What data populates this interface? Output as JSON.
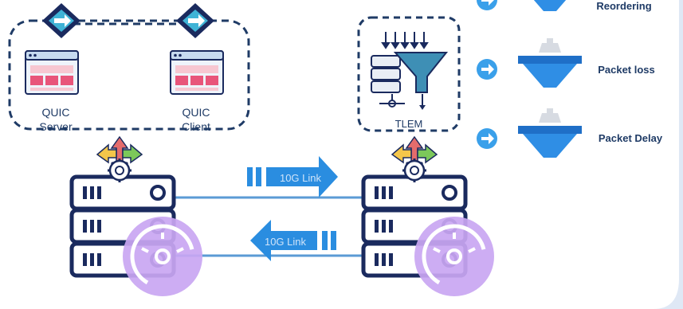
{
  "app_boxes": {
    "server_label_line1": "QUIC",
    "server_label_line2": "Server",
    "client_label_line1": "QUIC",
    "client_label_line2": "Client"
  },
  "tlem": {
    "label": "TLEM"
  },
  "links": {
    "upper_label": "10G Link",
    "lower_label": "10G Link"
  },
  "impairments": [
    {
      "label": "Reordering"
    },
    {
      "label": "Packet loss"
    },
    {
      "label": "Packet Delay"
    }
  ],
  "colors": {
    "dashed_border": "#1f3b66",
    "link_arrow": "#2a8de0",
    "link_line": "#5b9bd5",
    "server_outline": "#1a2a5e",
    "gauge": "#b58ee8",
    "funnel_blue": "#2f8ee5",
    "impairment_text": "#1f3b66",
    "panel_bg": "#dfe8f5"
  },
  "icons": {
    "server_logo": "diamond-logo-icon",
    "app_window": "browser-window-icon",
    "server_rack": "server-rack-icon",
    "speed_gauge": "speedometer-icon",
    "routing_gear": "routing-gear-icon",
    "filter_funnel": "funnel-gear-icon",
    "next_arrow": "arrow-circle-icon"
  }
}
